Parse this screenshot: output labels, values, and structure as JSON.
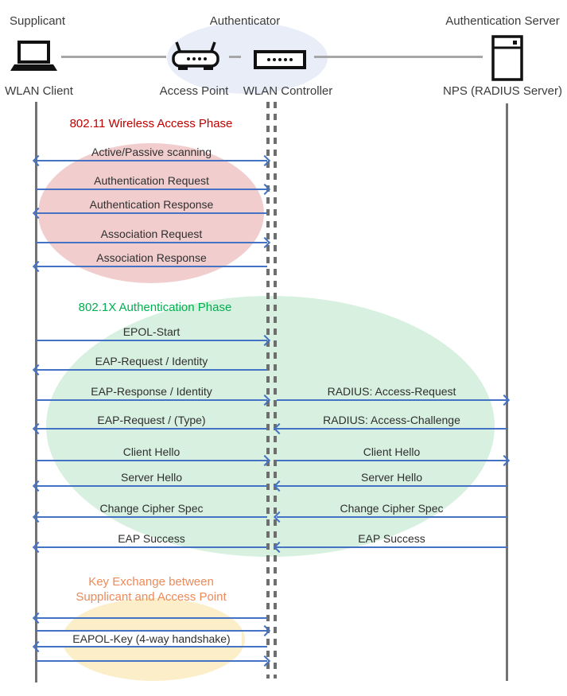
{
  "actors": {
    "supplicant": {
      "role": "Supplicant",
      "device": "WLAN Client",
      "icon": "laptop-icon"
    },
    "authenticator": {
      "role": "Authenticator",
      "devices": [
        {
          "label": "Access Point",
          "icon": "access-point-icon"
        },
        {
          "label": "WLAN Controller",
          "icon": "wlan-controller-icon"
        }
      ]
    },
    "auth_server": {
      "role": "Authentication Server",
      "device": "NPS (RADIUS Server)",
      "icon": "server-icon"
    }
  },
  "phases": [
    {
      "id": "wireless-access",
      "title": "802.11 Wireless Access Phase",
      "title_color": "#C00000",
      "ellipse_color": "#F1CDCD",
      "messages": [
        {
          "label": "Active/Passive scanning",
          "from": "WLAN Client",
          "to": "WLAN Controller",
          "direction": "both"
        },
        {
          "label": "Authentication Request",
          "from": "WLAN Client",
          "to": "WLAN Controller",
          "direction": "right"
        },
        {
          "label": "Authentication Response",
          "from": "WLAN Controller",
          "to": "WLAN Client",
          "direction": "left"
        },
        {
          "label": "Association Request",
          "from": "WLAN Client",
          "to": "WLAN Controller",
          "direction": "right"
        },
        {
          "label": "Association Response",
          "from": "WLAN Controller",
          "to": "WLAN Client",
          "direction": "left"
        }
      ]
    },
    {
      "id": "dot1x-authentication",
      "title": "802.1X Authentication Phase",
      "title_color": "#00B050",
      "ellipse_color": "#D7F0DF",
      "messages": [
        {
          "label": "EPOL-Start",
          "from": "WLAN Client",
          "to": "WLAN Controller",
          "direction": "right"
        },
        {
          "label": "EAP-Request / Identity",
          "from": "WLAN Controller",
          "to": "WLAN Client",
          "direction": "left"
        },
        {
          "label": "EAP-Response / Identity",
          "from": "WLAN Client",
          "to": "WLAN Controller",
          "direction": "right"
        },
        {
          "label": "RADIUS: Access-Request",
          "from": "WLAN Controller",
          "to": "NPS (RADIUS Server)",
          "direction": "right"
        },
        {
          "label": "EAP-Request / (Type)",
          "from": "WLAN Controller",
          "to": "WLAN Client",
          "direction": "left"
        },
        {
          "label": "RADIUS: Access-Challenge",
          "from": "NPS (RADIUS Server)",
          "to": "WLAN Controller",
          "direction": "left"
        },
        {
          "label": "Client Hello",
          "from": "WLAN Client",
          "to": "WLAN Controller",
          "direction": "right"
        },
        {
          "label": "Client Hello",
          "from": "WLAN Controller",
          "to": "NPS (RADIUS Server)",
          "direction": "right"
        },
        {
          "label": "Server Hello",
          "from": "WLAN Controller",
          "to": "WLAN Client",
          "direction": "left"
        },
        {
          "label": "Server Hello",
          "from": "NPS (RADIUS Server)",
          "to": "WLAN Controller",
          "direction": "left"
        },
        {
          "label": "Change Cipher Spec",
          "from": "WLAN Controller",
          "to": "WLAN Client",
          "direction": "left"
        },
        {
          "label": "Change Cipher Spec",
          "from": "NPS (RADIUS Server)",
          "to": "WLAN Controller",
          "direction": "left"
        },
        {
          "label": "EAP Success",
          "from": "WLAN Controller",
          "to": "WLAN Client",
          "direction": "left"
        },
        {
          "label": "EAP Success",
          "from": "NPS (RADIUS Server)",
          "to": "WLAN Controller",
          "direction": "left"
        }
      ]
    },
    {
      "id": "key-exchange",
      "title_lines": [
        "Key Exchange between",
        "Supplicant and Access Point"
      ],
      "title_color": "#ED8A5A",
      "ellipse_color": "#FCEEC9",
      "messages": [
        {
          "label": "",
          "from": "WLAN Controller",
          "to": "WLAN Client",
          "direction": "left"
        },
        {
          "label": "",
          "from": "WLAN Client",
          "to": "WLAN Controller",
          "direction": "right"
        },
        {
          "label": "EAPOL-Key (4-way handshake)",
          "from": "WLAN Controller",
          "to": "WLAN Client",
          "direction": "left"
        },
        {
          "label": "",
          "from": "WLAN Client",
          "to": "WLAN Controller",
          "direction": "right"
        }
      ]
    }
  ],
  "colors": {
    "arrow": "#4472C4",
    "lifeline": "#737373",
    "connector": "#A6A6A6",
    "authenticator_ellipse": "#E9EDF8",
    "phase1_ellipse": "#F1CDCD",
    "phase2_ellipse": "#D7F0DF",
    "phase3_ellipse": "#FCEEC9",
    "phase1_title": "#C00000",
    "phase2_title": "#00B050",
    "phase3_title": "#ED8A5A"
  }
}
